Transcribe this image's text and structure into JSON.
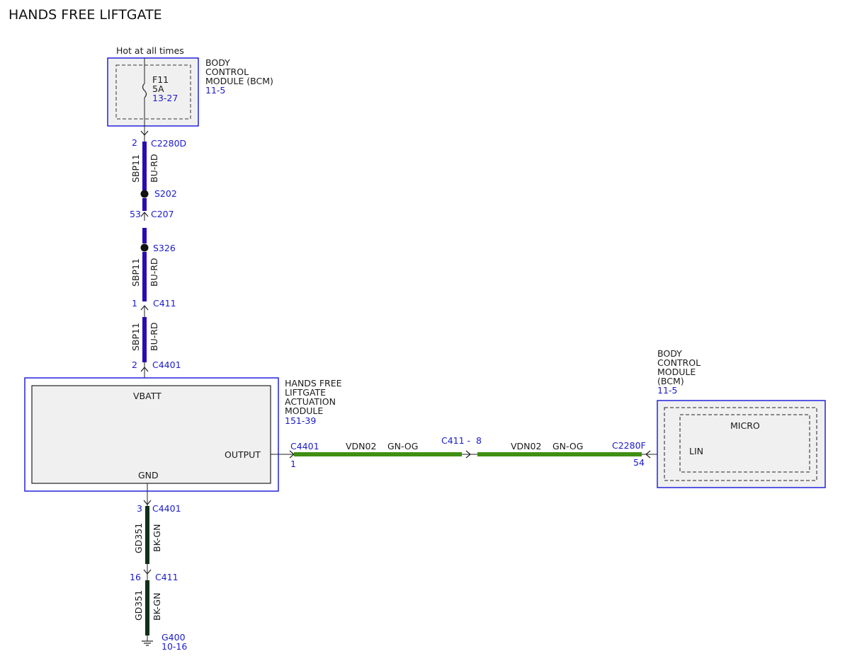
{
  "title": "HANDS FREE LIFTGATE",
  "colors": {
    "wire_power": "#2a0ab4",
    "wire_data": "#3f8f12",
    "wire_ground": "#10301a",
    "ref_text": "#1a1acc",
    "box_border": "#2222dd",
    "box_fill": "#f0f0f0"
  },
  "power_source": "Hot at all times",
  "bcm_fuse_box": {
    "name_lines": [
      "BODY",
      "CONTROL",
      "MODULE (BCM)"
    ],
    "ref": "11-5",
    "fuse_name": "F11",
    "fuse_rating": "5A",
    "fuse_ref": "13-27"
  },
  "power_circuit": {
    "circuit": "SBP11",
    "color": "BU-RD",
    "connectors": [
      {
        "pin": "2",
        "name": "C2280D"
      },
      {
        "pin": "53",
        "name": "C207"
      },
      {
        "pin": "1",
        "name": "C411"
      },
      {
        "pin": "2",
        "name": "C4401"
      }
    ],
    "splices": [
      "S202",
      "S326"
    ]
  },
  "hfam_module": {
    "name_lines": [
      "HANDS FREE",
      "LIFTGATE",
      "ACTUATION",
      "MODULE"
    ],
    "ref": "151-39",
    "pin_vbatt": "VBATT",
    "pin_output": "OUTPUT",
    "pin_gnd": "GND"
  },
  "data_circuit": {
    "circuit": "VDN02",
    "color": "GN-OG",
    "left_connector": {
      "name": "C4401",
      "pin": "1"
    },
    "inline_connector": {
      "name": "C411 -",
      "pin": "8"
    },
    "right_connector": {
      "name": "C2280F",
      "pin": "54"
    }
  },
  "bcm_right": {
    "name_lines": [
      "BODY",
      "CONTROL",
      "MODULE",
      "(BCM)"
    ],
    "ref": "11-5",
    "micro_label": "MICRO",
    "lin_label": "LIN"
  },
  "ground_circuit": {
    "circuit": "GD351",
    "color": "BK-GN",
    "connectors": [
      {
        "pin": "3",
        "name": "C4401"
      },
      {
        "pin": "16",
        "name": "C411"
      }
    ],
    "ground_name": "G400",
    "ground_ref": "10-16"
  }
}
